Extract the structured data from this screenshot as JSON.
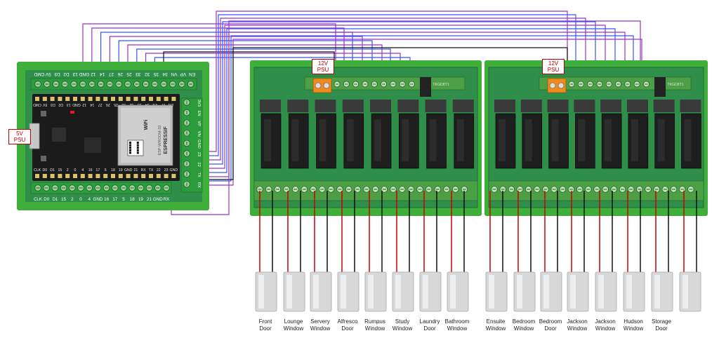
{
  "esp_board": {
    "brand": "ESPRESSIF",
    "module": "ESP-WROOM-32",
    "wifi_mark": "WiFi",
    "top_pins": [
      "CMD",
      "5V",
      "D3",
      "D2",
      "13",
      "GND",
      "12",
      "14",
      "27",
      "26",
      "25",
      "33",
      "32",
      "35",
      "34",
      "VN",
      "VP",
      "EN"
    ],
    "bottom_pins": [
      "CLK",
      "D0",
      "D1",
      "15",
      "2",
      "0",
      "4",
      "16",
      "17",
      "5",
      "18",
      "19",
      "GND",
      "21",
      "RX",
      "TX",
      "22",
      "23",
      "GND"
    ],
    "left_terminal_labels": [
      "CMD",
      "5V",
      "D3",
      "D2",
      "13",
      "GND",
      "12",
      "14",
      "27",
      "26",
      "25",
      "33",
      "32",
      "35",
      "34",
      "VN",
      "VP",
      "EN"
    ],
    "right_terminal_labels": [
      "3V3",
      "EN",
      "VP",
      "VN",
      "GND",
      "23",
      "22",
      "TX",
      "RX"
    ],
    "bottom_terminal_labels": [
      "CLK",
      "D0",
      "D1",
      "15",
      "2",
      "0",
      "4",
      "GND",
      "16",
      "17",
      "5",
      "18",
      "19",
      "21",
      "GND",
      "RX"
    ]
  },
  "psu": {
    "esp": "5V\nPSU",
    "relay_a": "12V\nPSU",
    "relay_b": "12V\nPSU"
  },
  "relay_boards": {
    "a_label": "TKGD8T1",
    "b_label": "TKGD8T1"
  },
  "sensors": [
    {
      "line1": "Front",
      "line2": "Door"
    },
    {
      "line1": "Lounge",
      "line2": "Window"
    },
    {
      "line1": "Servery",
      "line2": "Window"
    },
    {
      "line1": "Alfresco",
      "line2": "Door"
    },
    {
      "line1": "Rumpus",
      "line2": "Window"
    },
    {
      "line1": "Study",
      "line2": "Window"
    },
    {
      "line1": "Laundry",
      "line2": "Door"
    },
    {
      "line1": "Bathroom",
      "line2": "Window"
    },
    {
      "line1": "Ensuite",
      "line2": "Window"
    },
    {
      "line1": "Bedroom",
      "line2": "Window"
    },
    {
      "line1": "Bedroom",
      "line2": "Door"
    },
    {
      "line1": "Jackson",
      "line2": "Window"
    },
    {
      "line1": "Jackson",
      "line2": "Window"
    },
    {
      "line1": "Hudson",
      "line2": "Window"
    },
    {
      "line1": "Storage",
      "line2": "Door"
    },
    {
      "line1": "",
      "line2": ""
    }
  ],
  "colors": {
    "pcb_green": "#2f8f4a",
    "pcb_dark": "#1f6e35",
    "rail_green": "#3fae3a",
    "wire_purple": "#9933cc",
    "wire_blue": "#3355ff",
    "wire_black": "#111111",
    "wire_red": "#cc0000",
    "psu_red": "#c00000",
    "terminal_orange": "#f08a1c"
  }
}
